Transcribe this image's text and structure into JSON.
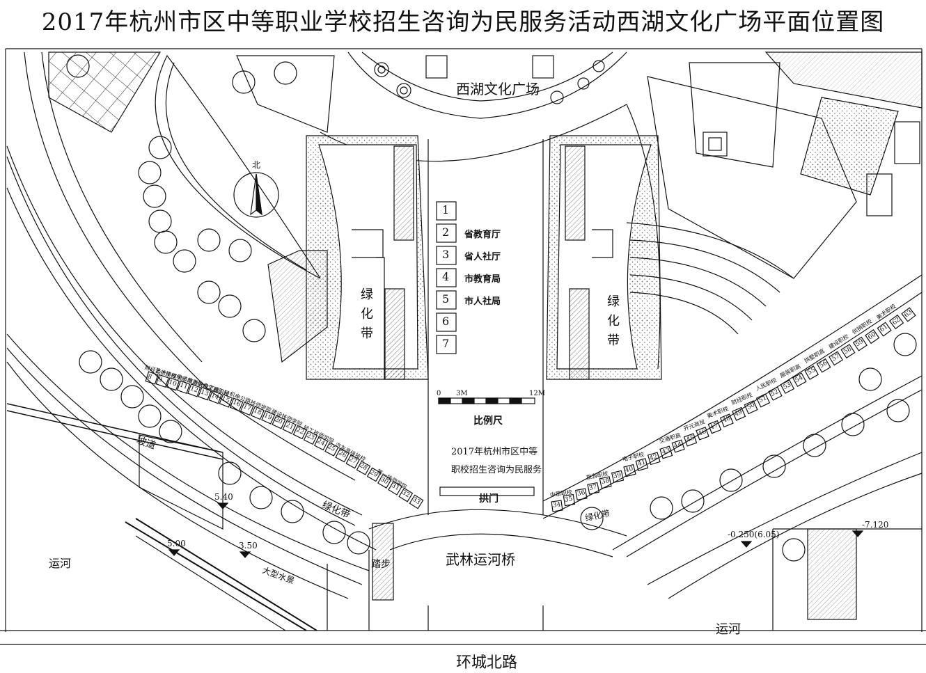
{
  "title": "2017年杭州市区中等职业学校招生咨询为民服务活动西湖文化广场平面位置图",
  "plaza_name": "西湖文化广场",
  "north_label": "北",
  "green_belt": "绿化带",
  "green_belt_vertical": [
    "绿",
    "化",
    "带"
  ],
  "dept_booths": [
    {
      "num": "1",
      "label": ""
    },
    {
      "num": "2",
      "label": "省教育厅"
    },
    {
      "num": "3",
      "label": "省人社厅"
    },
    {
      "num": "4",
      "label": "市教育局"
    },
    {
      "num": "5",
      "label": "市人社局"
    },
    {
      "num": "6",
      "label": ""
    },
    {
      "num": "7",
      "label": ""
    }
  ],
  "scale_bar": {
    "start": "0",
    "mid": "3M",
    "end": "12M",
    "label": "比例尺"
  },
  "event_text": [
    "2017年杭州市区中等",
    "职校招生咨询为民服务"
  ],
  "arch_gate": "拱门",
  "bridge": "武林运河桥",
  "road": "环城北路",
  "river": "运河",
  "ramp": "坡道",
  "steps": "踏步",
  "waterscape": "大型水景",
  "elevations": [
    "5.40",
    "5.00",
    "3.50",
    "-0.250(6.05)",
    "-7.120"
  ],
  "booths": [
    {
      "num": "8",
      "label": "财经会计"
    },
    {
      "num": "9",
      "label": "艺术学校"
    },
    {
      "num": "10",
      "label": "技师学院"
    },
    {
      "num": "11",
      "label": "电子商务"
    },
    {
      "num": "12",
      "label": "旅游职校"
    },
    {
      "num": "13",
      "label": "信息工程"
    },
    {
      "num": "14",
      "label": "交通职校"
    },
    {
      "num": "15",
      "label": "二轻"
    },
    {
      "num": "16",
      "label": "机电"
    },
    {
      "num": "17",
      "label": "公路技师学院"
    },
    {
      "num": "18",
      "label": ""
    },
    {
      "num": "19",
      "label": ""
    },
    {
      "num": "20",
      "label": "建设技师学院"
    },
    {
      "num": "21",
      "label": ""
    },
    {
      "num": "22",
      "label": ""
    },
    {
      "num": "23",
      "label": "轻工技师学院"
    },
    {
      "num": "24",
      "label": ""
    },
    {
      "num": "25",
      "label": ""
    },
    {
      "num": "26",
      "label": "汽车高级技校"
    },
    {
      "num": "27",
      "label": ""
    },
    {
      "num": "28",
      "label": ""
    },
    {
      "num": "29",
      "label": ""
    },
    {
      "num": "30",
      "label": "第一技师学院"
    },
    {
      "num": "31",
      "label": ""
    },
    {
      "num": "32",
      "label": ""
    },
    {
      "num": "33",
      "label": ""
    },
    {
      "num": "34",
      "label": "中策职校"
    },
    {
      "num": "35",
      "label": ""
    },
    {
      "num": "36",
      "label": ""
    },
    {
      "num": "37",
      "label": "旅游职校"
    },
    {
      "num": "38",
      "label": ""
    },
    {
      "num": "39",
      "label": ""
    },
    {
      "num": "40",
      "label": "电子职校"
    },
    {
      "num": "41",
      "label": ""
    },
    {
      "num": "42",
      "label": ""
    },
    {
      "num": "43",
      "label": "交通职高"
    },
    {
      "num": "44",
      "label": ""
    },
    {
      "num": "45",
      "label": "开元商贸"
    },
    {
      "num": "46",
      "label": ""
    },
    {
      "num": "47",
      "label": "美术职校"
    },
    {
      "num": "48",
      "label": ""
    },
    {
      "num": "49",
      "label": "财经职校"
    },
    {
      "num": "50",
      "label": ""
    },
    {
      "num": "51",
      "label": "人民职校"
    },
    {
      "num": "52",
      "label": ""
    },
    {
      "num": "53",
      "label": "服装职高"
    },
    {
      "num": "54",
      "label": ""
    },
    {
      "num": "55",
      "label": "拱墅职高"
    },
    {
      "num": "56",
      "label": ""
    },
    {
      "num": "57",
      "label": "建设职校"
    },
    {
      "num": "58",
      "label": ""
    },
    {
      "num": "59",
      "label": "供销职校"
    },
    {
      "num": "60",
      "label": ""
    },
    {
      "num": "61",
      "label": "美术职校"
    },
    {
      "num": "62",
      "label": ""
    },
    {
      "num": "63",
      "label": ""
    }
  ],
  "colors": {
    "line": "#111111",
    "background": "#ffffff"
  }
}
